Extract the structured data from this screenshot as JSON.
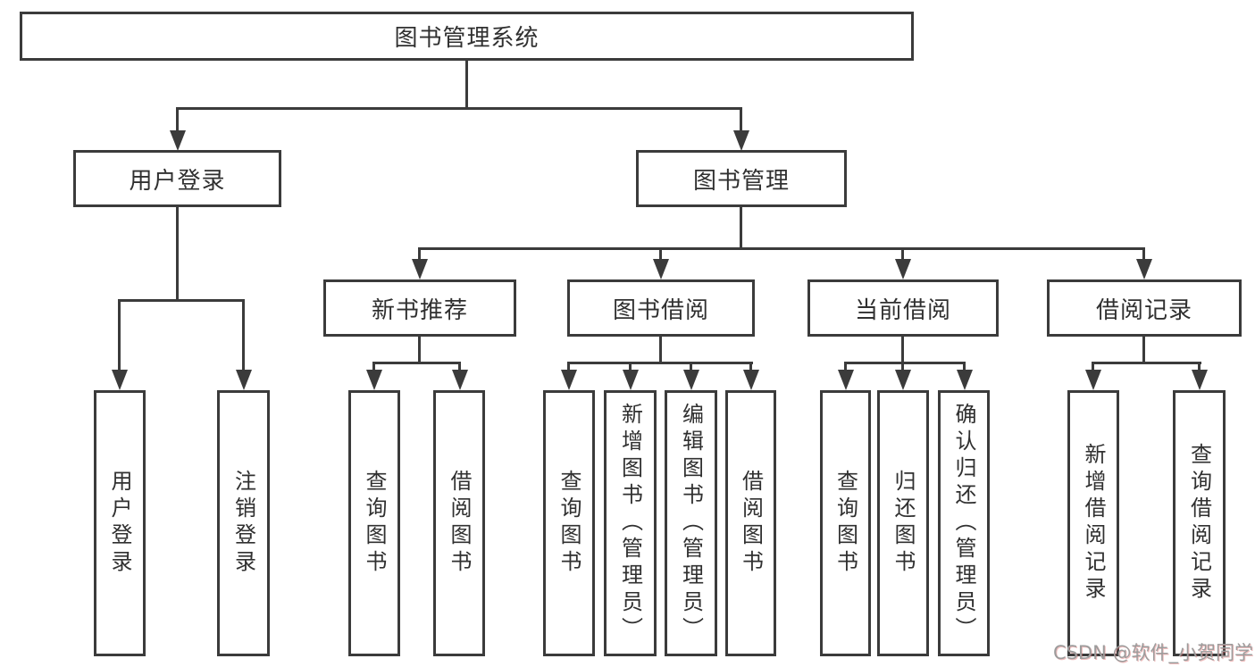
{
  "diagram_title": "图书管理系统",
  "nodes": {
    "root": "图书管理系统",
    "level2": {
      "user_login": "用户登录",
      "book_mgmt": "图书管理"
    },
    "level3": {
      "new_book": "新书推荐",
      "book_borrow": "图书借阅",
      "current_borrow": "当前借阅",
      "borrow_record": "借阅记录"
    },
    "leaves": {
      "user_login_1": "用户登录",
      "user_login_2": "注销登录",
      "new_book_1": "查询图书",
      "new_book_2": "借阅图书",
      "book_borrow_1": "查询图书",
      "book_borrow_2": "新增图书（管理员）",
      "book_borrow_3": "编辑图书（管理员）",
      "book_borrow_4": "借阅图书",
      "current_borrow_1": "查询图书",
      "current_borrow_2": "归还图书",
      "current_borrow_3": "确认归还（管理员）",
      "borrow_record_1": "新增借阅记录",
      "borrow_record_2": "查询借阅记录"
    }
  },
  "hierarchy": {
    "图书管理系统": {
      "用户登录": [
        "用户登录",
        "注销登录"
      ],
      "图书管理": {
        "新书推荐": [
          "查询图书",
          "借阅图书"
        ],
        "图书借阅": [
          "查询图书",
          "新增图书（管理员）",
          "编辑图书（管理员）",
          "借阅图书"
        ],
        "当前借阅": [
          "查询图书",
          "归还图书",
          "确认归还（管理员）"
        ],
        "借阅记录": [
          "新增借阅记录",
          "查询借阅记录"
        ]
      }
    }
  },
  "watermark": "CSDN @软件_小贺同学",
  "colors": {
    "line": "#3b3b3b",
    "text": "#303030",
    "background": "#ffffff",
    "watermark": "#9c9c9c"
  }
}
